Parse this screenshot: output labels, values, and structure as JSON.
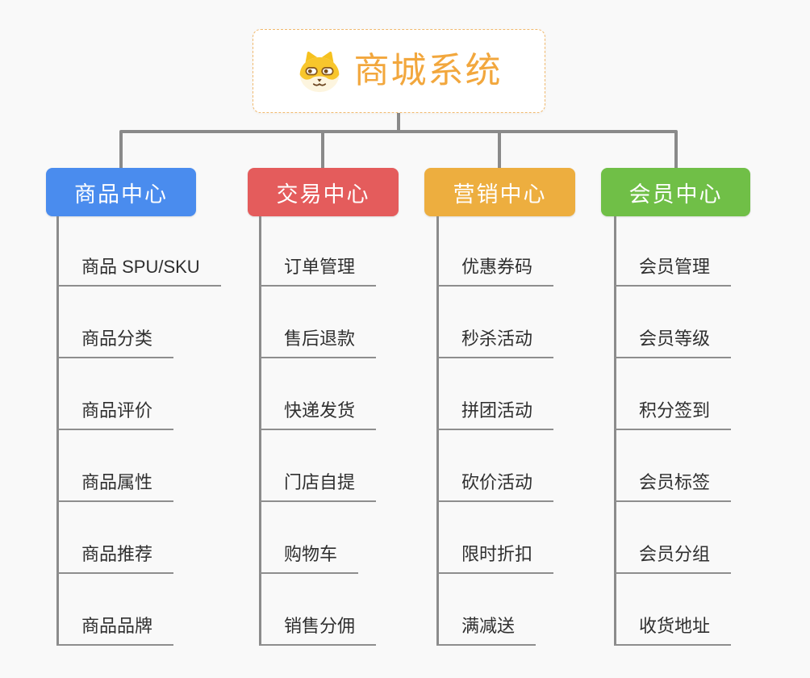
{
  "app": {
    "background": "#f9f9f9",
    "connector_color": "#8a8a8a",
    "leaf_underline_color": "#8e8e8e",
    "leaf_text_color": "#2f2f2f"
  },
  "root": {
    "title": "商城系统",
    "icon": "shiba-dog-icon",
    "text_color": "#F2A73D",
    "border_color": "#F1B96E",
    "background": "#ffffff"
  },
  "branches": [
    {
      "label": "商品中心",
      "color": "#4A8CEE",
      "children": [
        "商品 SPU/SKU",
        "商品分类",
        "商品评价",
        "商品属性",
        "商品推荐",
        "商品品牌"
      ]
    },
    {
      "label": "交易中心",
      "color": "#E45C5C",
      "children": [
        "订单管理",
        "售后退款",
        "快递发货",
        "门店自提",
        "购物车",
        "销售分佣"
      ]
    },
    {
      "label": "营销中心",
      "color": "#EDAE3F",
      "children": [
        "优惠券码",
        "秒杀活动",
        "拼团活动",
        "砍价活动",
        "限时折扣",
        "满减送"
      ]
    },
    {
      "label": "会员中心",
      "color": "#70BF47",
      "children": [
        "会员管理",
        "会员等级",
        "积分签到",
        "会员标签",
        "会员分组",
        "收货地址"
      ]
    }
  ]
}
